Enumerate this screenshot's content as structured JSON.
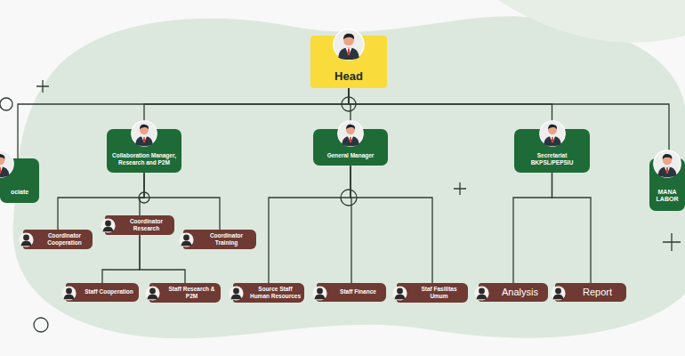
{
  "diagram": {
    "nodes": [
      {
        "text": [
          "Head"
        ]
      },
      {
        "text": [
          "ociate"
        ]
      },
      {
        "text": [
          "Collaboration Manager, Research and P2M"
        ]
      },
      {
        "text": [
          "General Manager"
        ]
      },
      {
        "text": [
          "Secretariat BKPSL/PEPSIU"
        ]
      },
      {
        "text": [
          "MANA LABOR"
        ]
      },
      {
        "text": [
          "Coordinator Cooperation"
        ]
      },
      {
        "text": [
          "Coordinator Research"
        ]
      },
      {
        "text": [
          "Coordinator Training"
        ]
      },
      {
        "text": [
          "Staff Cooperation"
        ]
      },
      {
        "text": [
          "Staff Research & P2M"
        ]
      },
      {
        "text": [
          "Source Staff Human Resources"
        ]
      },
      {
        "text": [
          "Staff Finance"
        ]
      },
      {
        "text": [
          "Staf Fasilitas Umum"
        ]
      },
      {
        "text": [
          "Analysis"
        ]
      },
      {
        "text": [
          "Report"
        ]
      }
    ],
    "edges": [
      {
        "from": 0,
        "to": 1,
        "arrow": "none"
      },
      {
        "from": 0,
        "to": 2,
        "arrow": "none"
      },
      {
        "from": 0,
        "to": 3,
        "arrow": "none"
      },
      {
        "from": 0,
        "to": 4,
        "arrow": "none"
      },
      {
        "from": 0,
        "to": 5,
        "arrow": "none"
      },
      {
        "from": 2,
        "to": 6,
        "arrow": "none"
      },
      {
        "from": 2,
        "to": 7,
        "arrow": "none"
      },
      {
        "from": 2,
        "to": 8,
        "arrow": "none"
      },
      {
        "from": 7,
        "to": 9,
        "arrow": "none"
      },
      {
        "from": 7,
        "to": 10,
        "arrow": "none"
      },
      {
        "from": 3,
        "to": 11,
        "arrow": "none"
      },
      {
        "from": 3,
        "to": 12,
        "arrow": "none"
      },
      {
        "from": 3,
        "to": 13,
        "arrow": "none"
      },
      {
        "from": 4,
        "to": 14,
        "arrow": "none"
      },
      {
        "from": 4,
        "to": 15,
        "arrow": "none"
      }
    ]
  }
}
